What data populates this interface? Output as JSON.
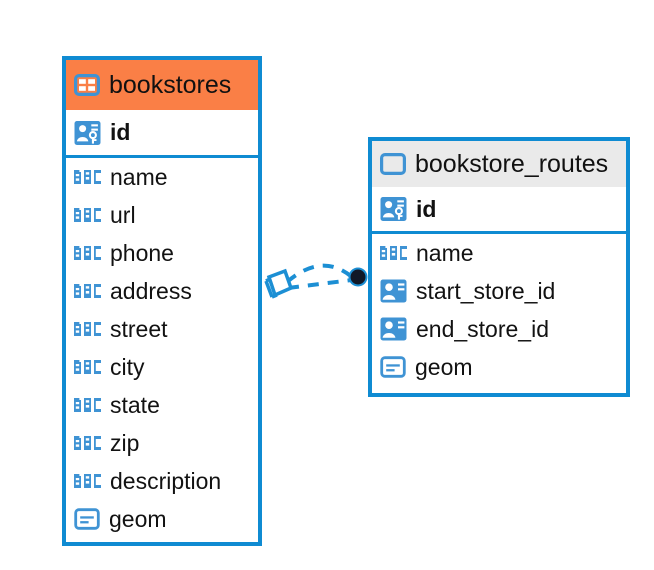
{
  "diagram": {
    "type": "entity-relationship-diagram",
    "background": "#ffffff",
    "accent_blue": "#0f8bd2",
    "icon_blue": "#3f93d4",
    "highlight_orange": "#fa7f46",
    "header_gray": "#eaeaea",
    "text_color": "#121212"
  },
  "entities": [
    {
      "name": "bookstores",
      "title": "bookstores",
      "header_icon": "table-icon",
      "header_background": "#fa7f46",
      "selected": true,
      "fields": [
        {
          "label": "id",
          "icon": "primary-key-icon",
          "type": "pk",
          "bold": true
        },
        {
          "label": "name",
          "icon": "abc-text-icon",
          "type": "text",
          "bold": false
        },
        {
          "label": "url",
          "icon": "abc-text-icon",
          "type": "text",
          "bold": false
        },
        {
          "label": "phone",
          "icon": "abc-text-icon",
          "type": "text",
          "bold": false
        },
        {
          "label": "address",
          "icon": "abc-text-icon",
          "type": "text",
          "bold": false
        },
        {
          "label": "street",
          "icon": "abc-text-icon",
          "type": "text",
          "bold": false
        },
        {
          "label": "city",
          "icon": "abc-text-icon",
          "type": "text",
          "bold": false
        },
        {
          "label": "state",
          "icon": "abc-text-icon",
          "type": "text",
          "bold": false
        },
        {
          "label": "zip",
          "icon": "abc-text-icon",
          "type": "text",
          "bold": false
        },
        {
          "label": "description",
          "icon": "abc-text-icon",
          "type": "text",
          "bold": false
        },
        {
          "label": "geom",
          "icon": "geometry-icon",
          "type": "geom",
          "bold": false
        }
      ]
    },
    {
      "name": "bookstore_routes",
      "title": "bookstore_routes",
      "header_icon": "table-icon",
      "header_background": "#eaeaea",
      "selected": false,
      "fields": [
        {
          "label": "id",
          "icon": "primary-key-icon",
          "type": "pk",
          "bold": true
        },
        {
          "label": "name",
          "icon": "abc-text-icon",
          "type": "text",
          "bold": false
        },
        {
          "label": "start_store_id",
          "icon": "foreign-key-icon",
          "type": "fk",
          "bold": false
        },
        {
          "label": "end_store_id",
          "icon": "foreign-key-icon",
          "type": "fk",
          "bold": false
        },
        {
          "label": "geom",
          "icon": "geometry-icon",
          "type": "geom",
          "bold": false
        }
      ]
    }
  ],
  "relationship": {
    "name": "bookstores-to-bookstore_routes",
    "style": "dashed",
    "color": "#1c8fd4",
    "source_marker": "diamond-outline-marker",
    "target_marker": "filled-circle-marker",
    "target_marker_fill": "#111827"
  }
}
